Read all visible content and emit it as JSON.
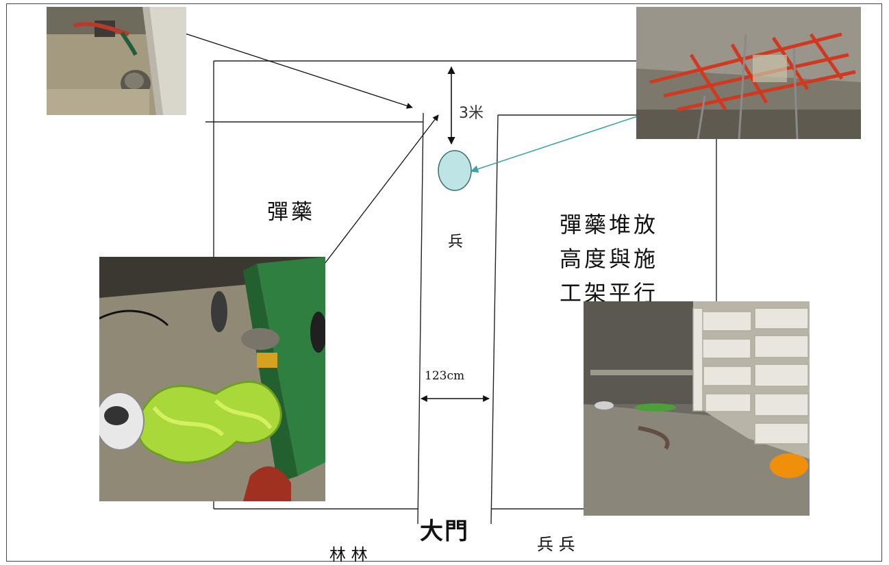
{
  "labels": {
    "ammo_left": "彈藥",
    "distance": "3米",
    "soldier_center": "兵",
    "ammo_right_line1": "彈藥堆放",
    "ammo_right_line2": "高度與施",
    "ammo_right_line3": "工架平行",
    "width_measure": "123cm",
    "gate": "大門",
    "bottom_left": "林 林",
    "bottom_right": "兵 兵"
  },
  "colors": {
    "circle_fill": "#bfe4e6",
    "circle_stroke": "#3b6e72",
    "teal_arrow": "#3aa6a0",
    "line": "#222222"
  },
  "photos": {
    "top_left": "shoes-and-cable-photo",
    "top_right": "red-scaffold-photo",
    "bottom_left": "safety-harness-and-helmet-photo",
    "bottom_right": "stacked-ammo-room-photo"
  }
}
